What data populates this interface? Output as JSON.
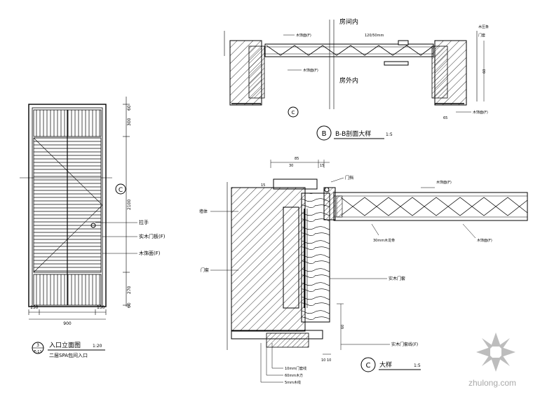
{
  "elevation": {
    "width_dim": "900",
    "width_dim_left": "150",
    "width_dim_right": "150",
    "height_dims": [
      "60",
      "300",
      "2100",
      "270",
      "60"
    ],
    "callout_handle": "拉手",
    "callout_panel": "实木门板(F)",
    "callout_veneer": "木饰面(F)",
    "section_mark": "C",
    "title": "入口立面图",
    "title_num": "3",
    "title_sub": "1:20",
    "title_sheet": "E-11",
    "subtitle": "二层SPA包间入口"
  },
  "plan_b": {
    "label_inside": "房间内",
    "label_outside": "房外内",
    "dim_right": "60",
    "dim_right_small": "65",
    "dim_center": "120/50mm",
    "label_right_1": "木压条",
    "label_right_2": "门套",
    "callout_top": "木饰面(F)",
    "callout_bottom": "木饰面(F)",
    "callout_right_bottom": "木饰面(F)",
    "title_num": "B",
    "title": "B-B剖面大样",
    "title_scale": "1:5",
    "section_c": "C"
  },
  "section_c": {
    "dims_top": [
      "85",
      "30",
      "15"
    ],
    "dim_top_left": "15",
    "callout_top": "门挡",
    "callout_top_right": "木饰面(F)",
    "label_wall": "墙体",
    "label_frame": "门套",
    "callout_keel": "30mm木龙骨",
    "callout_right": "木饰面(F)",
    "callout_mid": "实木门套",
    "callout_bottom": "实木门套线(F)",
    "callout_bl_1": "10mm门套线",
    "callout_bl_2": "60mm木方",
    "callout_bl_3": "5mm木线",
    "dim_vertical": "60",
    "dims_bottom": [
      "10",
      "10"
    ],
    "title_num": "C",
    "title": "大样",
    "title_scale": "1:5"
  },
  "watermark": "zhulong.com"
}
